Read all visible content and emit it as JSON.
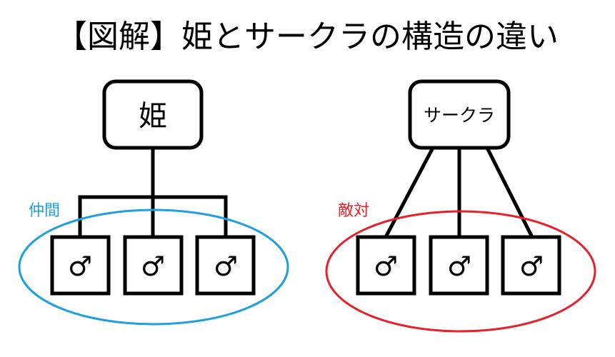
{
  "title": "【図解】姫とサークラの構造の違い",
  "left": {
    "top_label": "姫",
    "group_label": "仲間",
    "member_symbol": "♂",
    "group_color": "#1e9fe0"
  },
  "right": {
    "top_label": "サークラ",
    "group_label": "敵対",
    "member_symbol": "♂",
    "group_color": "#e8202a"
  }
}
